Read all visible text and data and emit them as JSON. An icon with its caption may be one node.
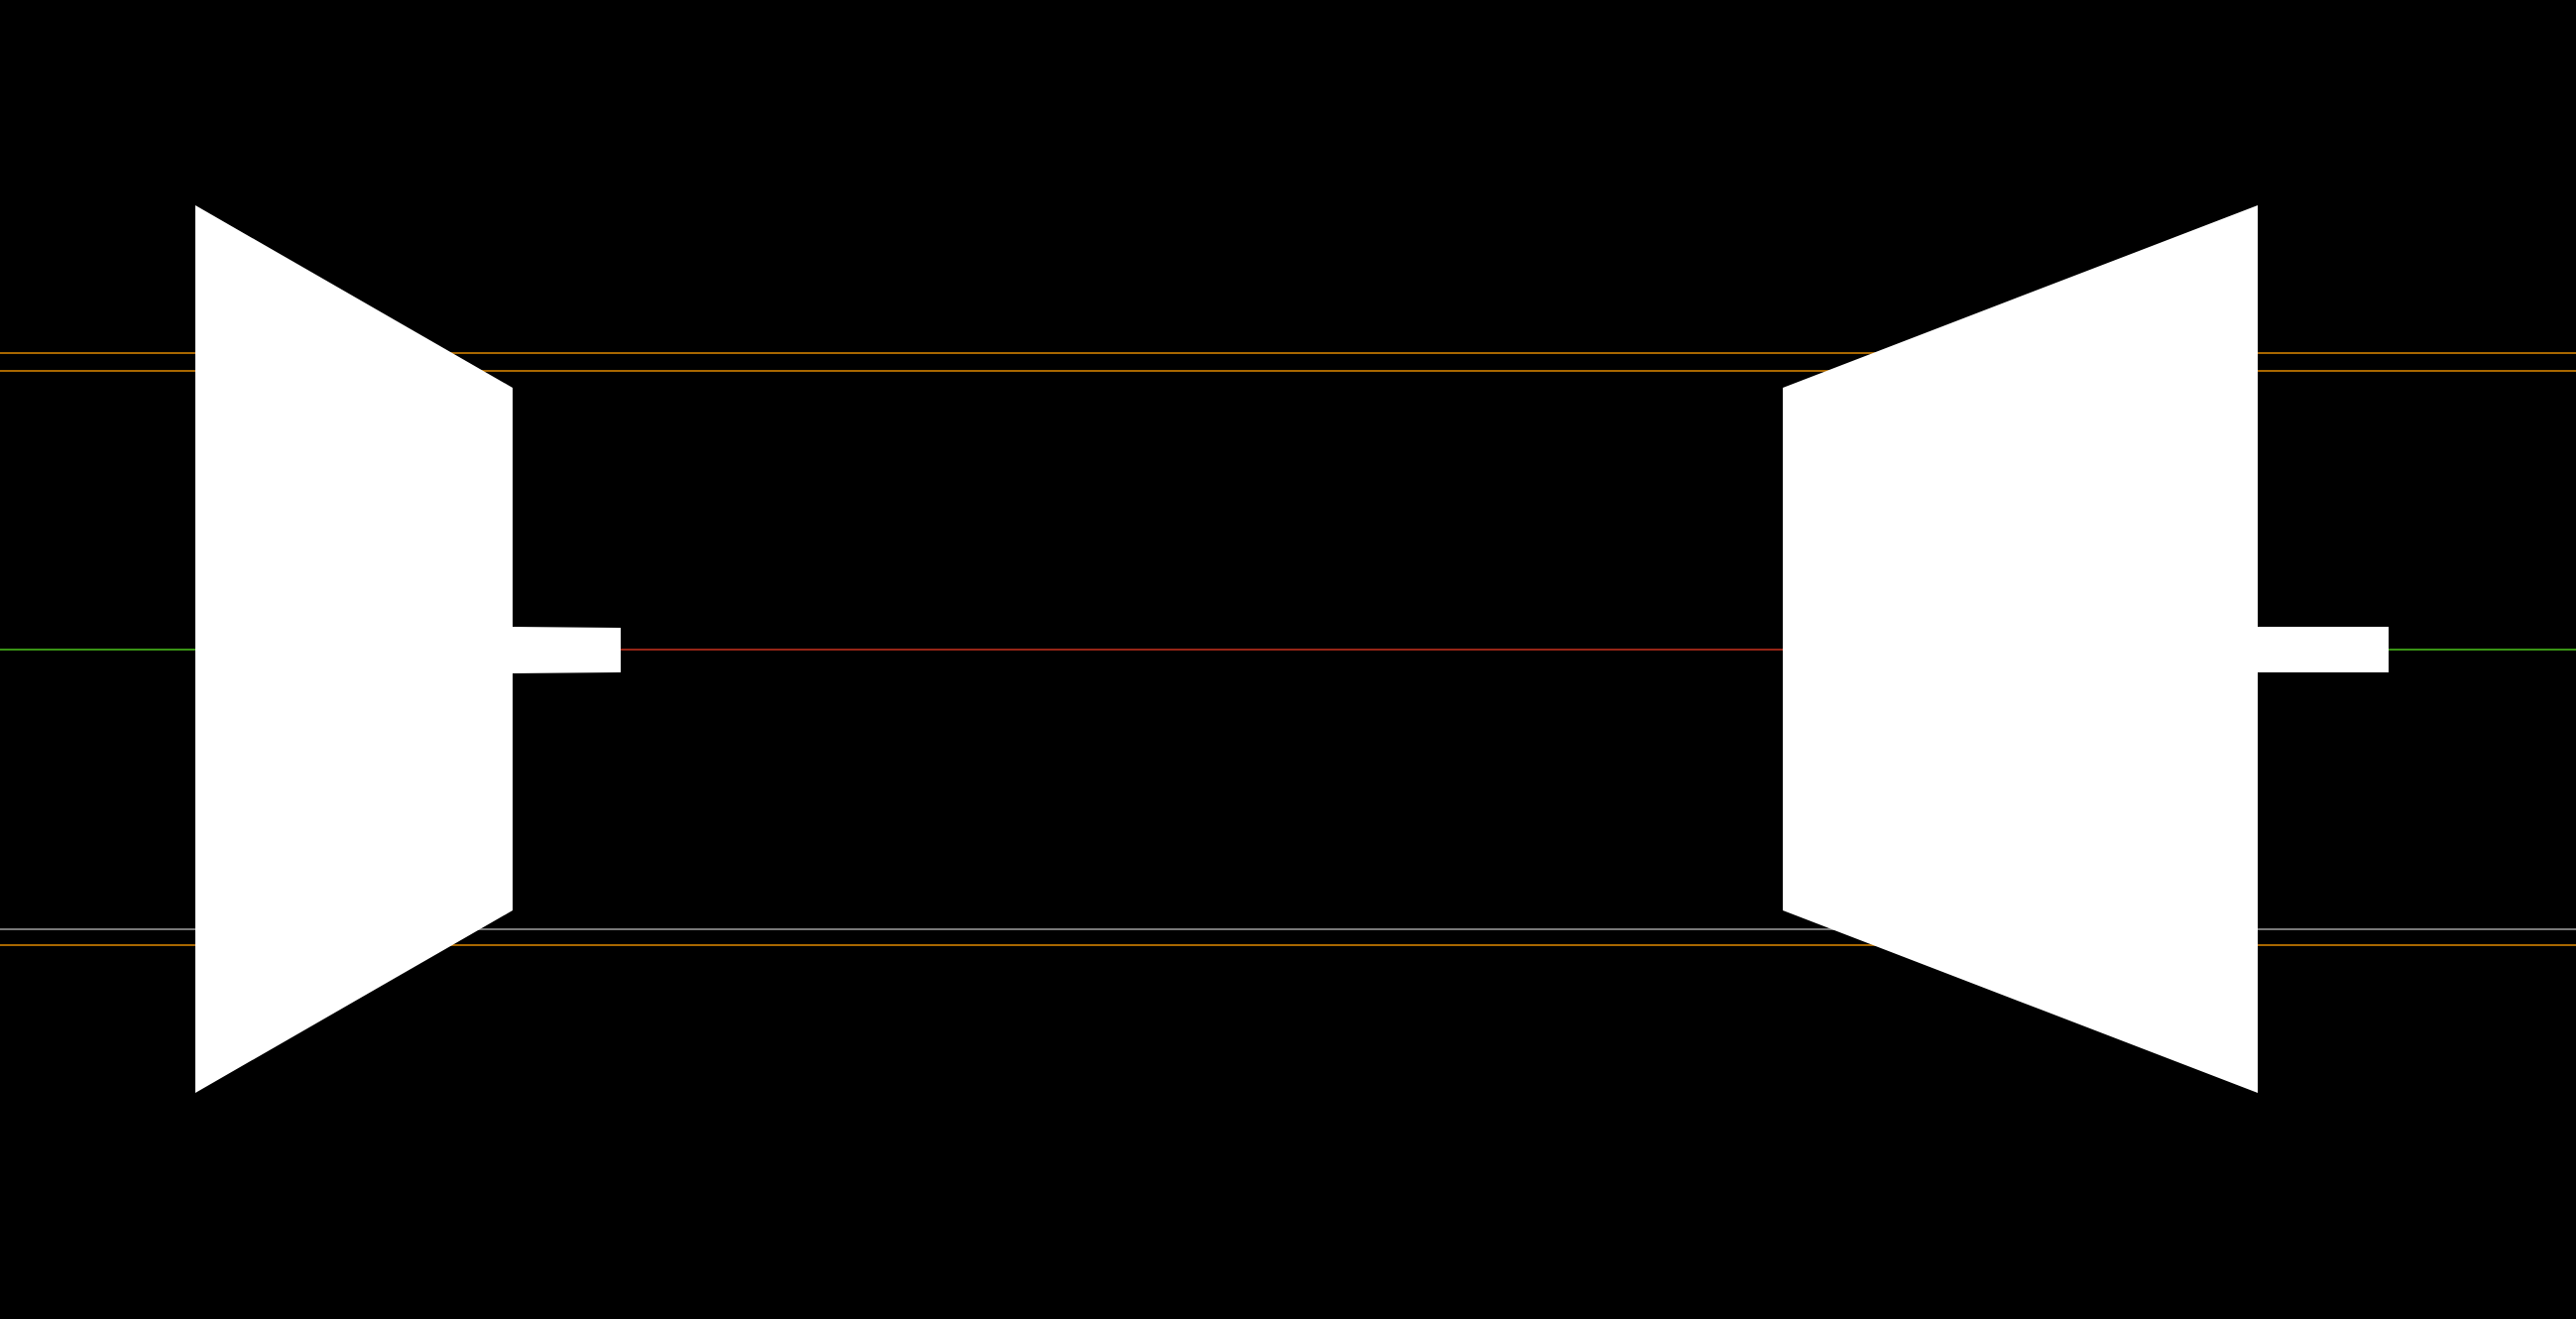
{
  "diagram": {
    "nodes": [
      {
        "text": [],
        "shape": "trapezoid"
      },
      {
        "text": [],
        "shape": "trapezoid"
      }
    ],
    "edges": [
      {
        "from": 0,
        "to": 1,
        "arrow": "none",
        "color": "#c8321e"
      }
    ]
  }
}
